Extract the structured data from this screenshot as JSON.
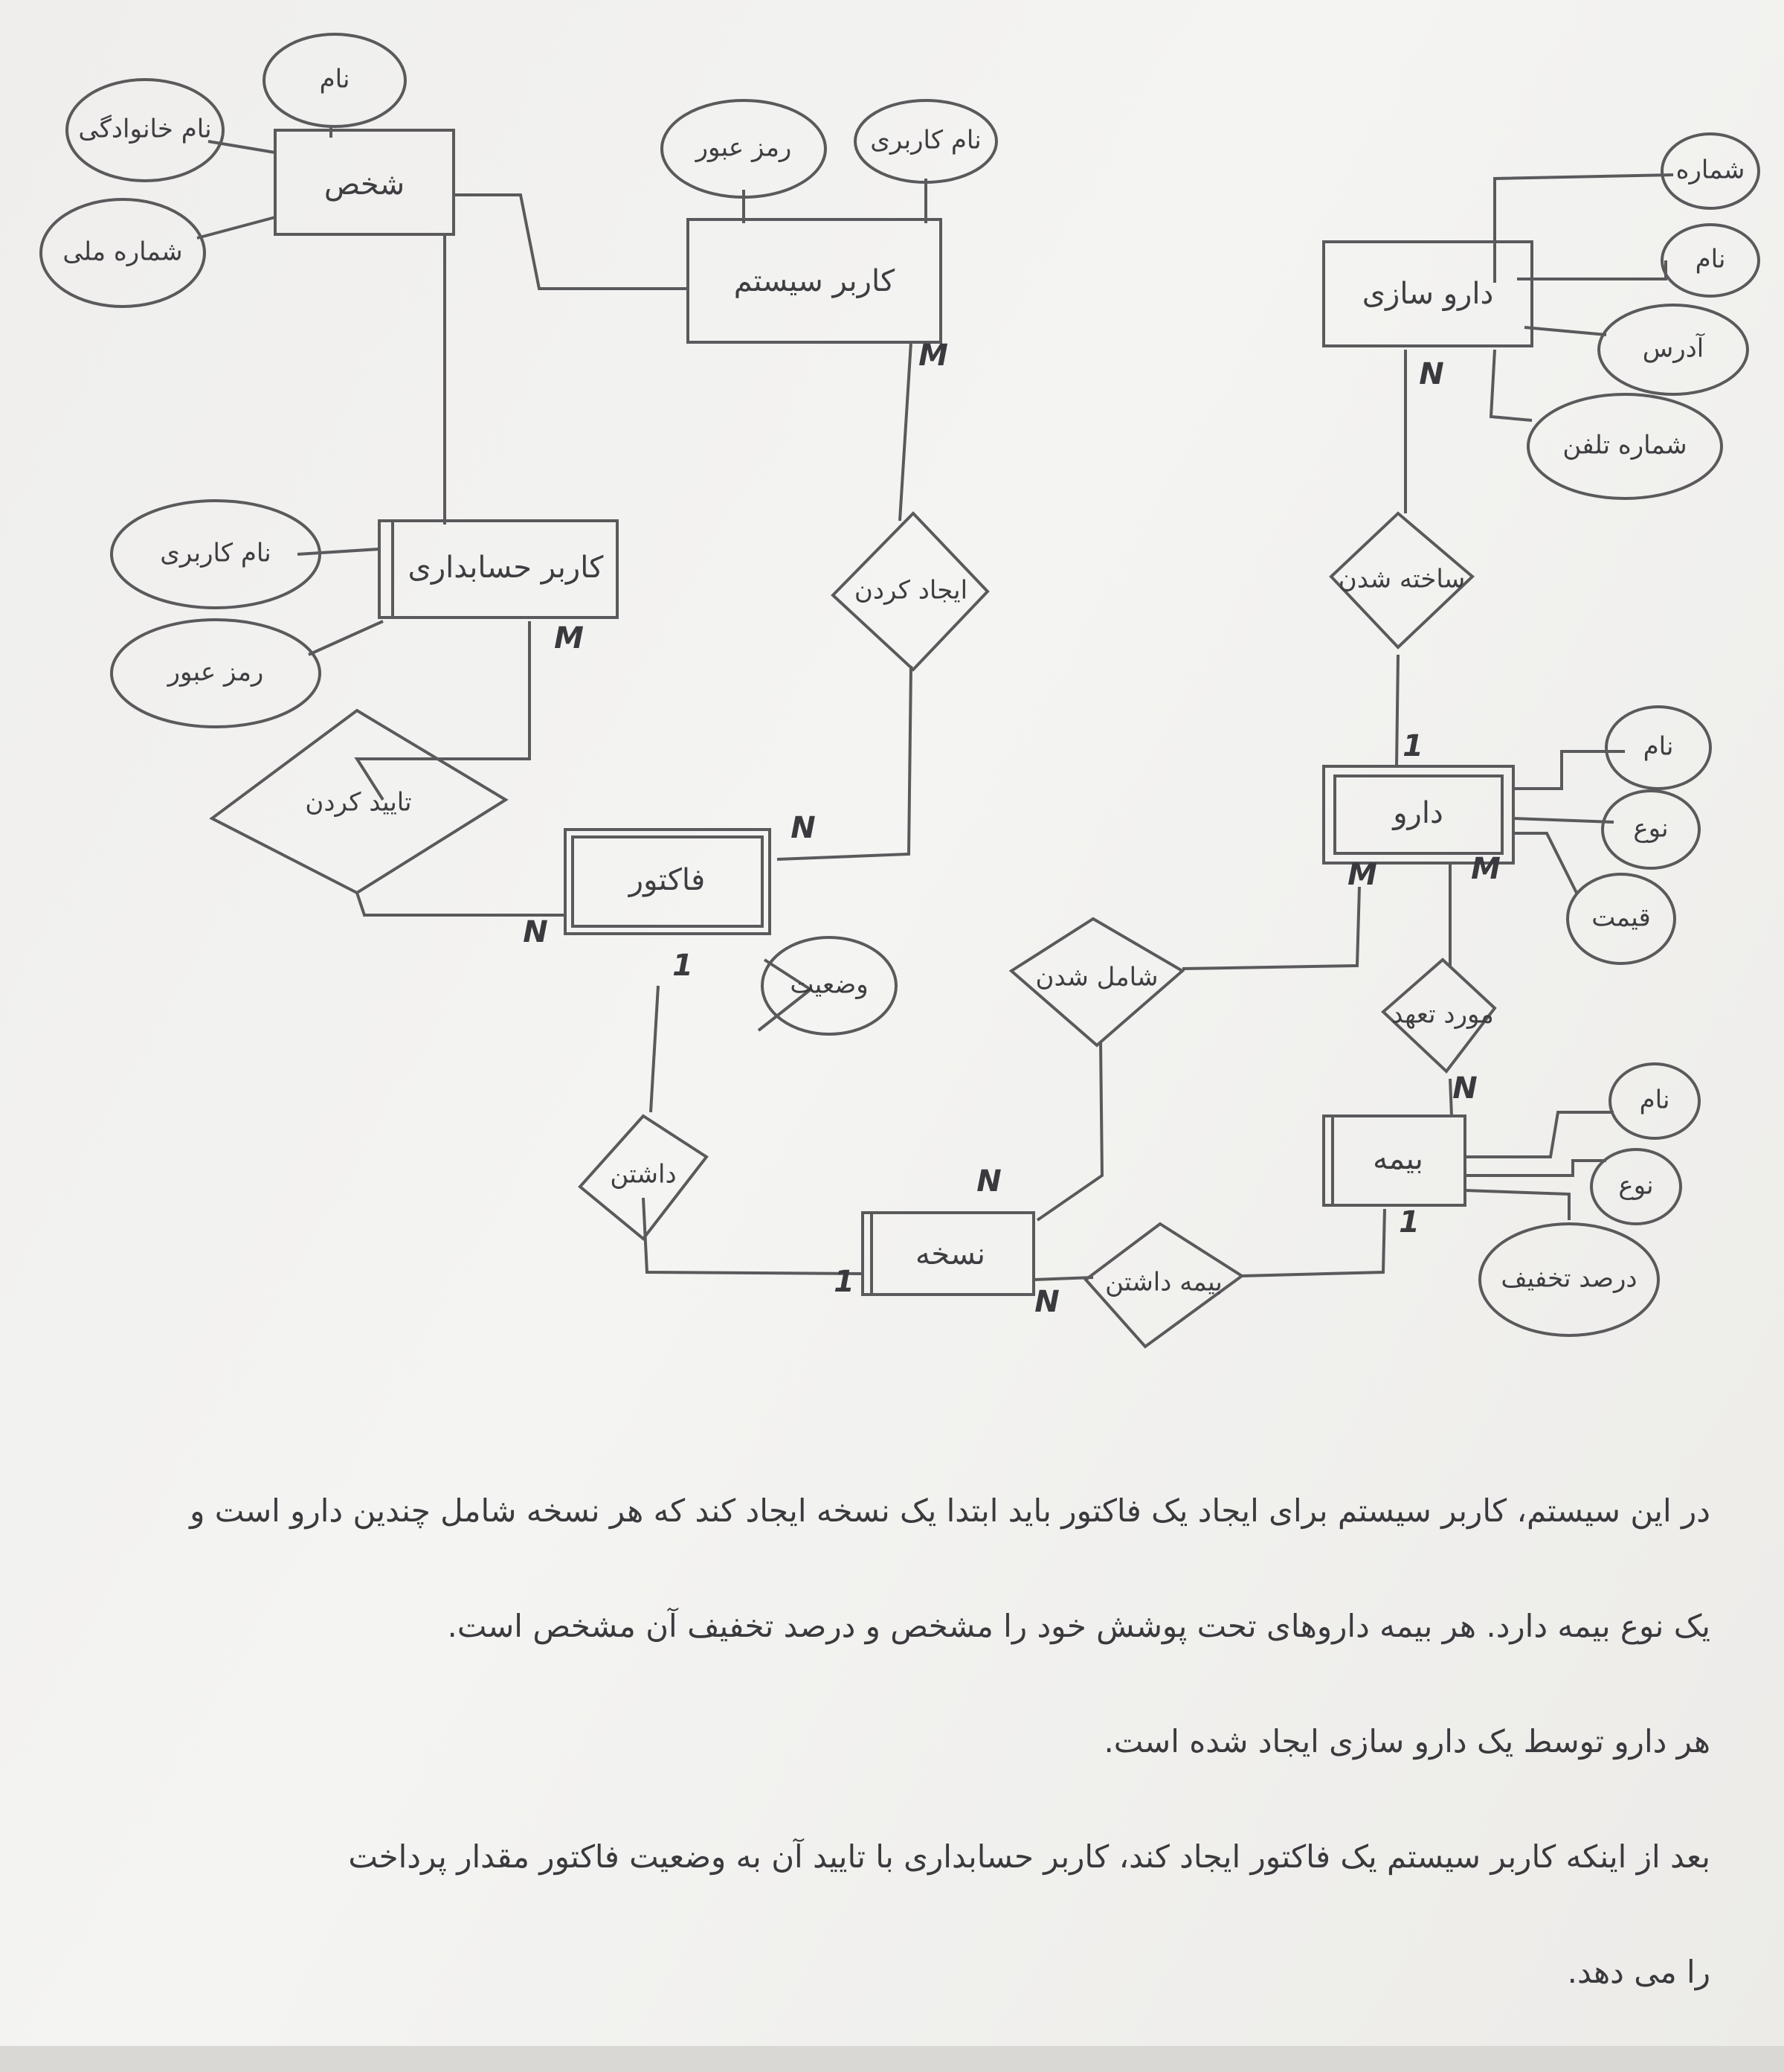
{
  "entities": {
    "person": "شخص",
    "system_user": "کاربر سیستم",
    "accounting_user": "کاربر حسابداری",
    "invoice": "فاکتور",
    "prescription": "نسخه",
    "insurance": "بیمه",
    "drug": "دارو",
    "pharma_company": "دارو سازی"
  },
  "attributes": {
    "person_first_name": "نام",
    "person_last_name": "نام خانوادگی",
    "person_national_id": "شماره ملی",
    "sysuser_id": "رمز عبور",
    "sysuser_username": "نام کاربری",
    "accuser_username": "نام کاربری",
    "accuser_password": "رمز عبور",
    "invoice_status": "وضعیت",
    "company_number": "شماره",
    "company_name": "نام",
    "company_address": "آدرس",
    "company_phone": "شماره تلفن",
    "drug_name": "نام",
    "drug_type": "نوع",
    "drug_price": "قیمت",
    "insurance_name": "نام",
    "insurance_type": "نوع",
    "insurance_discount": "درصد تخفیف"
  },
  "relationships": {
    "confirm": "تایید کردن",
    "create": "ایجاد کردن",
    "has": "داشتن",
    "includes": "شامل شدن",
    "produces": "ساخته شدن",
    "covered": "مورد تعهد",
    "insured": "بیمه داشتن"
  },
  "cardinalities": {
    "sysuser_create": "M",
    "create_invoice": "N",
    "accuser_confirm": "M",
    "confirm_invoice": "N",
    "invoice_has": "1",
    "has_prescription": "1",
    "prescription_includes": "N",
    "prescription_insured": "N",
    "insurance_insured": "1",
    "company_produces": "N",
    "produces_drug": "1",
    "drug_includes": "M",
    "drug_covered": "M",
    "covered_insurance": "N"
  },
  "notes": [
    "در این سیستم، کاربر سیستم برای ایجاد یک فاکتور باید ابتدا یک نسخه ایجاد کند که هر نسخه شامل چندین دارو است و",
    "یک نوع بیمه دارد. هر بیمه داروهای تحت پوشش خود را مشخص و درصد تخفیف آن مشخص است.",
    "هر دارو توسط یک دارو سازی ایجاد شده است.",
    "بعد از اینکه کاربر سیستم یک فاکتور ایجاد کند، کاربر حسابداری با تایید آن به وضعیت فاکتور مقدار پرداخت",
    "را می دهد."
  ]
}
